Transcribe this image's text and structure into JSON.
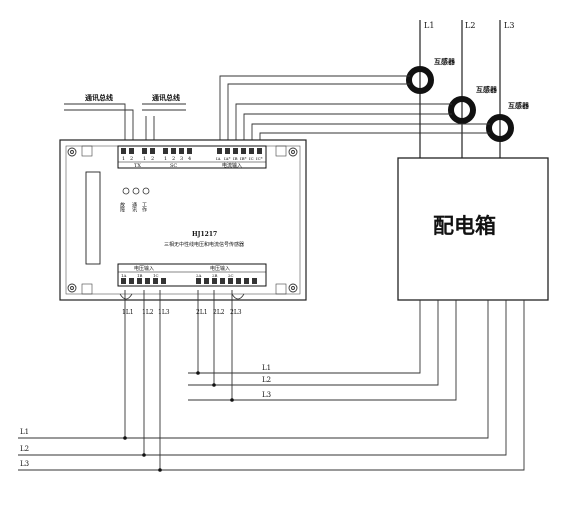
{
  "bus_top": {
    "l1": "L1",
    "l2": "L2",
    "l3": "L3"
  },
  "transformers": {
    "t1": "互感器",
    "t2": "互感器",
    "t3": "互感器"
  },
  "comm_bus": {
    "left": "通讯总线",
    "right": "通讯总线"
  },
  "top_terminals": {
    "group1": [
      "1",
      "2"
    ],
    "group2": [
      "1",
      "2"
    ],
    "group3": [
      "1",
      "2",
      "3",
      "4"
    ],
    "group4": [
      "IA",
      "IA*",
      "IB",
      "IB*",
      "IC",
      "IC*"
    ],
    "label_tx": "TX",
    "label_sc": "SC",
    "label_current": "电流输入"
  },
  "leds": {
    "led1": "故障",
    "led2": "通讯",
    "led3": "工作"
  },
  "device": {
    "model": "HJ1217",
    "description": "三相无中性线电压和电流信号传感器"
  },
  "bottom_terminals": {
    "label_voltage": "电压输入",
    "label_current": "电压输入",
    "group_v": [
      "1A",
      "1B",
      "1C"
    ],
    "group_i": [
      "2A",
      "2B",
      "2C"
    ]
  },
  "bottom_labels": {
    "a1": "1L1",
    "a2": "1L2",
    "a3": "1L3",
    "b1": "2L1",
    "b2": "2L2",
    "b3": "2L3"
  },
  "cabinet": {
    "label": "配电箱"
  },
  "mid_bus": {
    "l1": "L1",
    "l2": "L2",
    "l3": "L3"
  },
  "low_bus": {
    "l1": "L1",
    "l2": "L2",
    "l3": "L3"
  }
}
